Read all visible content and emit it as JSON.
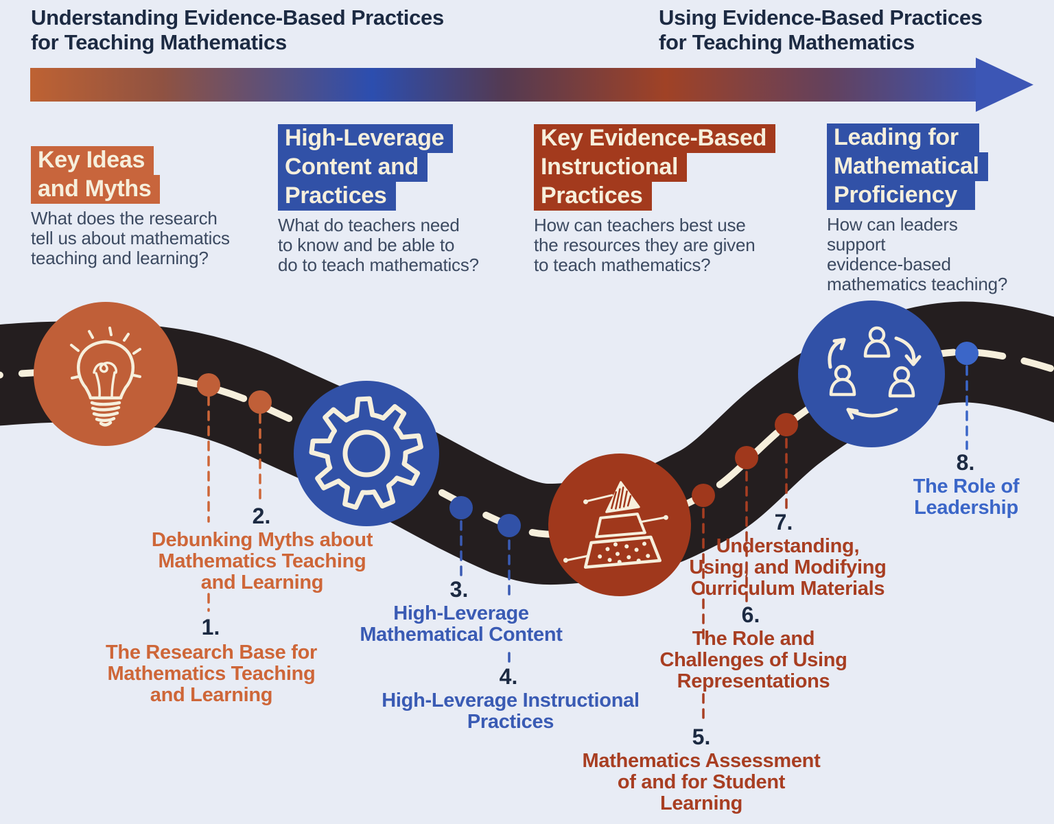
{
  "header": {
    "left": {
      "lines": [
        "Understanding Evidence-Based Practices",
        "for Teaching Mathematics"
      ]
    },
    "right": {
      "lines": [
        "Using Evidence-Based Practices",
        "for Teaching Mathematics"
      ]
    }
  },
  "arrow": {
    "gradient": [
      "#BE6233",
      "#8F5242",
      "#2C4EAF",
      "#543A52",
      "#A04226",
      "#64415C",
      "#3A54B2"
    ]
  },
  "sections": [
    {
      "title_lines": [
        "Key Ideas",
        "and Myths"
      ],
      "question": "What does the research\ntell us about mathematics\nteaching and learning?",
      "color": "#C8653C"
    },
    {
      "title_lines": [
        "High-Leverage",
        "Content and",
        "Practices"
      ],
      "question": "What do teachers need\nto know and be able to\ndo to teach mathematics?",
      "color": "#3151A7"
    },
    {
      "title_lines": [
        "Key Evidence-Based",
        "Instructional",
        "Practices"
      ],
      "question": "How can teachers best use\nthe resources they are given\nto teach mathematics?",
      "color": "#A33A1D"
    },
    {
      "title_lines": [
        "Leading for",
        "Mathematical",
        "Proficiency"
      ],
      "question": "How can leaders\nsupport\nevidence-based\nmathematics teaching?",
      "color": "#3151A7"
    }
  ],
  "stops": [
    {
      "num": "1.",
      "label": "The Research Base for\nMathematics Teaching\nand Learning",
      "color": "#CE6638"
    },
    {
      "num": "2.",
      "label": "Debunking Myths about\nMathematics Teaching\nand Learning",
      "color": "#CE6638"
    },
    {
      "num": "3.",
      "label": "High-Leverage\nMathematical Content",
      "color": "#3A5BB4"
    },
    {
      "num": "4.",
      "label": "High-Leverage Instructional\nPractices",
      "color": "#3A5BB4"
    },
    {
      "num": "5.",
      "label": "Mathematics Assessment\nof and for Student\nLearning",
      "color": "#A83E22"
    },
    {
      "num": "6.",
      "label": "The Role and\nChallenges of Using\nRepresentations",
      "color": "#A83E22"
    },
    {
      "num": "7.",
      "label": "Understanding,\nUsing, and Modifying\nCurriculum Materials",
      "color": "#A83E22"
    },
    {
      "num": "8.",
      "label": "The Role of\nLeadership",
      "color": "#3B66C8"
    }
  ],
  "icons": [
    "lightbulb-icon",
    "gear-icon",
    "pyramid-icon",
    "people-cycle-icon"
  ],
  "colors": {
    "bg": "#E8ECF5",
    "navy": "#1C2A42",
    "slate": "#3C4A61",
    "cream": "#F6EFDC",
    "road": "#241E1F",
    "orange": "#C05F38",
    "orange-label": "#CE6638",
    "blue": "#3151A7",
    "blue-label": "#3A5BB4",
    "blue-bright": "#3B66C8",
    "brick": "#A0381C",
    "brick-label": "#A83E22",
    "arrowhead": "#3C56B5"
  }
}
